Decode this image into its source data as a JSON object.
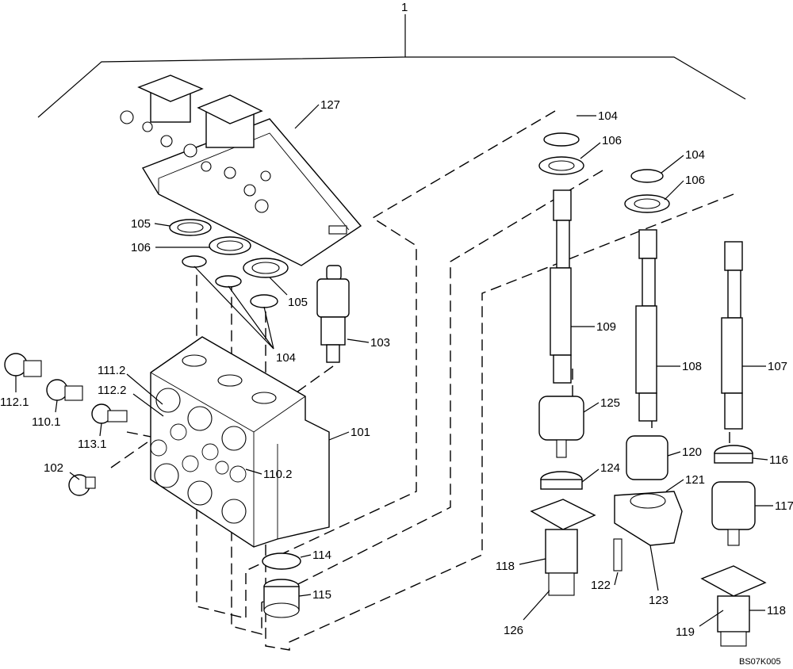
{
  "drawing": {
    "assembly_label": "1",
    "drawing_code": "BS07K005",
    "callouts": [
      {
        "id": "c104a",
        "text": "104"
      },
      {
        "id": "c106a",
        "text": "106"
      },
      {
        "id": "c104b",
        "text": "104"
      },
      {
        "id": "c106b",
        "text": "106"
      },
      {
        "id": "c127",
        "text": "127"
      },
      {
        "id": "c105a",
        "text": "105"
      },
      {
        "id": "c106c",
        "text": "106"
      },
      {
        "id": "c105b",
        "text": "105"
      },
      {
        "id": "c104c",
        "text": "104"
      },
      {
        "id": "c103",
        "text": "103"
      },
      {
        "id": "c109",
        "text": "109"
      },
      {
        "id": "c108",
        "text": "108"
      },
      {
        "id": "c107",
        "text": "107"
      },
      {
        "id": "c1112",
        "text": "111.2"
      },
      {
        "id": "c1122",
        "text": "112.2"
      },
      {
        "id": "c1121",
        "text": "112.1"
      },
      {
        "id": "c1101",
        "text": "110.1"
      },
      {
        "id": "c1131",
        "text": "113.1"
      },
      {
        "id": "c101",
        "text": "101"
      },
      {
        "id": "c125",
        "text": "125"
      },
      {
        "id": "c120",
        "text": "120"
      },
      {
        "id": "c116",
        "text": "116"
      },
      {
        "id": "c102",
        "text": "102"
      },
      {
        "id": "c1102",
        "text": "110.2"
      },
      {
        "id": "c124",
        "text": "124"
      },
      {
        "id": "c121",
        "text": "121"
      },
      {
        "id": "c117",
        "text": "117"
      },
      {
        "id": "c114",
        "text": "114"
      },
      {
        "id": "c118a",
        "text": "118"
      },
      {
        "id": "c115",
        "text": "115"
      },
      {
        "id": "c122",
        "text": "122"
      },
      {
        "id": "c123",
        "text": "123"
      },
      {
        "id": "c118b",
        "text": "118"
      },
      {
        "id": "c126",
        "text": "126"
      },
      {
        "id": "c119",
        "text": "119"
      }
    ]
  }
}
